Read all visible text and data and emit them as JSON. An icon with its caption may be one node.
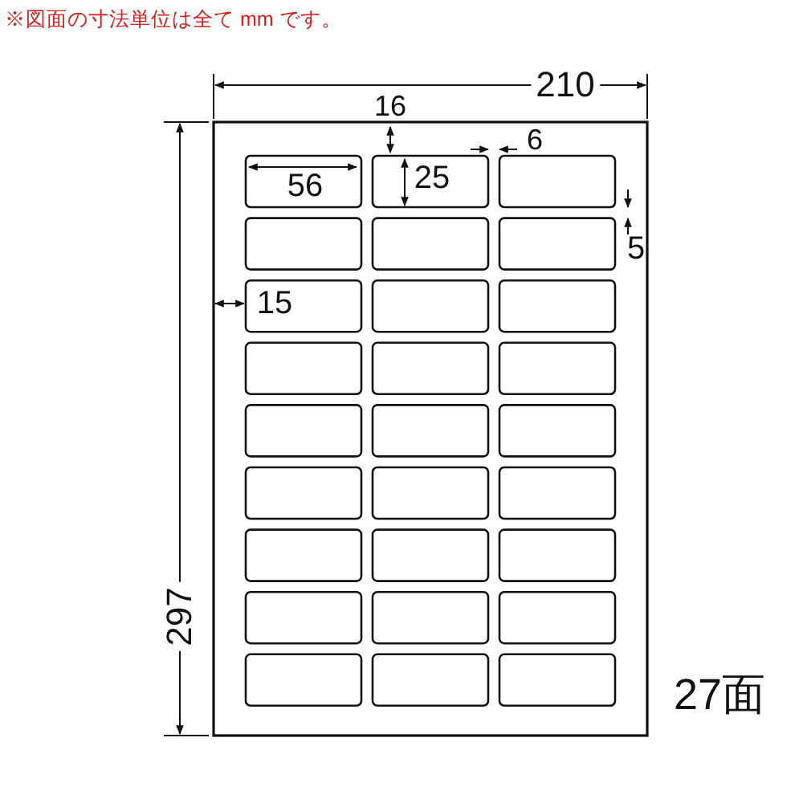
{
  "diagram": {
    "labels": [
      "※図面の寸法単位は全て mm です。",
      "210",
      "16",
      "6",
      "56",
      "25",
      "5",
      "15",
      "297",
      "27面"
    ]
  }
}
